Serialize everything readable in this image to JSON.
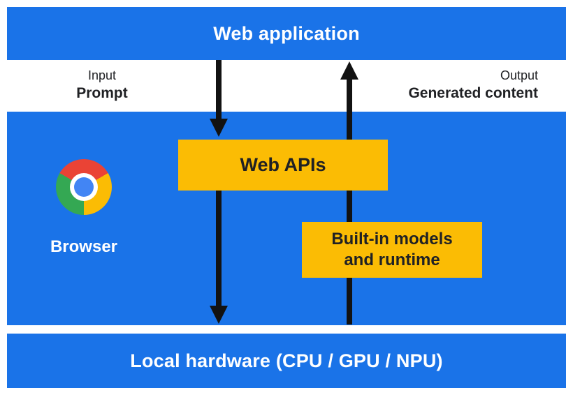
{
  "top_bar": {
    "label": "Web application"
  },
  "flow_labels": {
    "input_caption": "Input",
    "input_value": "Prompt",
    "output_caption": "Output",
    "output_value": "Generated content"
  },
  "middle": {
    "browser_label": "Browser",
    "web_apis_label": "Web APIs",
    "builtin_line1": "Built-in models",
    "builtin_line2": "and runtime"
  },
  "bottom_bar": {
    "label": "Local hardware (CPU / GPU / NPU)"
  },
  "icons": {
    "chrome_logo": "chrome-browser-logo",
    "down_arrows": "downward data-flow arrows (prompt path)",
    "up_arrow": "upward data-flow arrow (generated content path)"
  },
  "colors": {
    "primary_blue": "#1a73e8",
    "accent_yellow": "#fbbc04",
    "arrow_black": "#121212",
    "dark_text": "#202124",
    "chrome_red": "#ea4335",
    "chrome_green": "#34a853",
    "chrome_yellow": "#fbbc04",
    "chrome_center_blue": "#4285f4",
    "background_white": "#ffffff"
  }
}
